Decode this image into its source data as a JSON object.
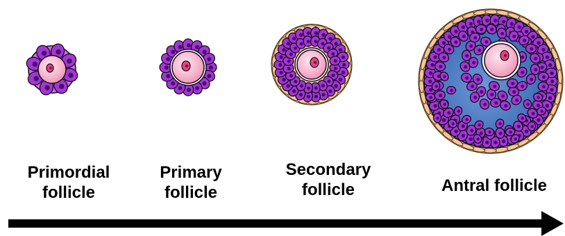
{
  "stages": [
    {
      "id": "primordial",
      "line1": "Primordial",
      "line2": "follicle"
    },
    {
      "id": "primary",
      "line1": "Primary",
      "line2": "follicle"
    },
    {
      "id": "secondary",
      "line1": "Secondary",
      "line2": "follicle"
    },
    {
      "id": "antral",
      "line1": "Antral follicle",
      "line2": ""
    }
  ],
  "colors": {
    "granulosa_cell": "#a238d0",
    "granulosa_nucleus": "#4a0a78",
    "theca_cell": "#f2c79a",
    "antrum_fluid": "#3f6fb8",
    "oocyte": "#f6b9cf",
    "zona_pellucida": "#ffffff",
    "oocyte_nucleus": "#e0457a",
    "arrow": "#000000"
  },
  "icons": [
    "primordial-follicle-icon",
    "primary-follicle-icon",
    "secondary-follicle-icon",
    "antral-follicle-icon",
    "progression-arrow-icon"
  ]
}
